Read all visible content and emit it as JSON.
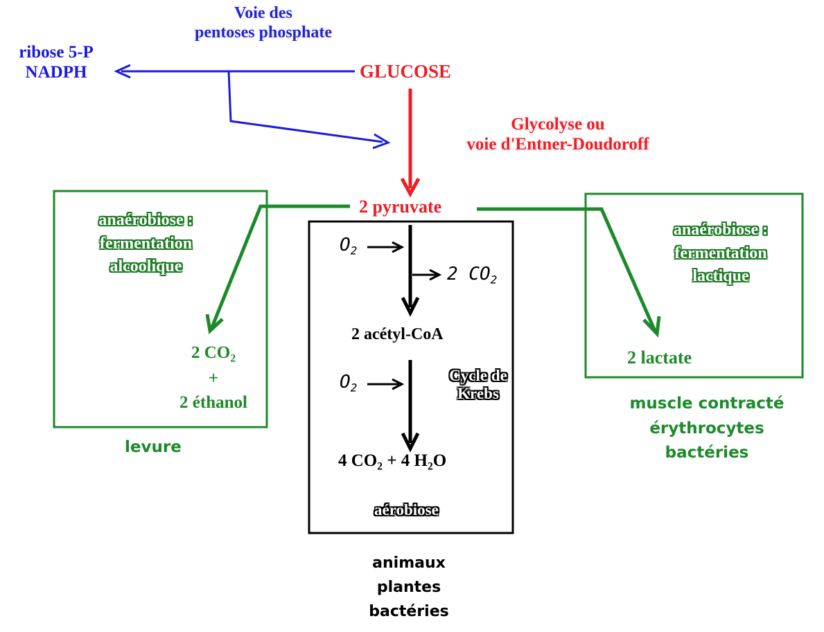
{
  "title_ppp_line1": "Voie des",
  "title_ppp_line2": "pentoses phosphate",
  "ppp_products_line1": "ribose 5-P",
  "ppp_products_line2": "NADPH",
  "glucose": "GLUCOSE",
  "glycolysis_line1": "Glycolyse ou",
  "glycolysis_line2": "voie d'Entner-Doudoroff",
  "pyruvate": "2 pyruvate",
  "alc_ferm_line1": "anaérobiose :",
  "alc_ferm_line2": "fermentation",
  "alc_ferm_line3": "alcoolique",
  "alc_prod_co2": "2 CO",
  "alc_prod_co2_sub": "2",
  "alc_prod_plus": "+",
  "alc_prod_ethanol": "2 éthanol",
  "alc_organism": "levure",
  "lac_ferm_line1": "anaérobiose :",
  "lac_ferm_line2": "fermentation",
  "lac_ferm_line3": "lactique",
  "lac_prod": "2 lactate",
  "lac_org_line1": "muscle contracté",
  "lac_org_line2": "érythrocytes",
  "lac_org_line3": "bactéries",
  "o2_main": "O",
  "o2_sub": "2",
  "co2_out_main": "2 CO",
  "co2_out_sub": "2",
  "acetyl": "2 acétyl-CoA",
  "krebs_line1": "Cycle de",
  "krebs_line2": "Krebs",
  "final_a": "4 CO",
  "final_a_sub": "2",
  "final_b": " + 4 H",
  "final_b_sub": "2",
  "final_c": "O",
  "aerobic": "aérobiose",
  "aer_org_line1": "animaux",
  "aer_org_line2": "plantes",
  "aer_org_line3": "bactéries",
  "colors": {
    "blue": "#1a1adb",
    "red": "#ee1c25",
    "green": "#1c8a2a",
    "black": "#000000"
  }
}
